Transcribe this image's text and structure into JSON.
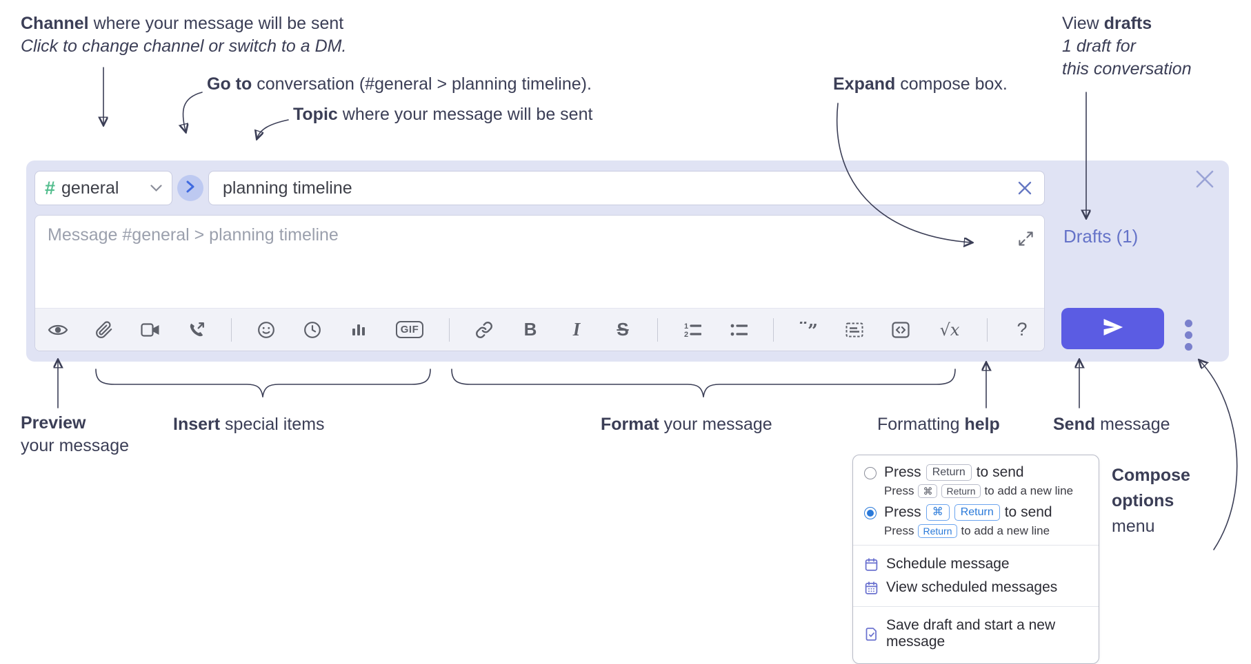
{
  "annotations": {
    "channel": {
      "bold": "Channel",
      "rest": " where your message will be sent",
      "sub_italic": "Click to change channel or switch to a DM."
    },
    "go_to": {
      "bold": "Go to",
      "rest": " conversation (#general > planning timeline)."
    },
    "topic": {
      "bold": "Topic",
      "rest": " where your message will be sent"
    },
    "expand": {
      "bold": "Expand",
      "rest": " compose box."
    },
    "view_drafts": {
      "pre": "View ",
      "bold": "drafts",
      "line2": "1 draft for",
      "line3": "this conversation"
    },
    "preview": {
      "bold": "Preview",
      "line2": "your message"
    },
    "insert": {
      "bold": "Insert",
      "rest": " special items"
    },
    "format": {
      "bold": "Format",
      "rest": " your message"
    },
    "formatting_help": {
      "pre": "Formatting ",
      "bold": "help"
    },
    "send": {
      "bold": "Send",
      "rest": " message"
    },
    "compose_options": {
      "line1": "Compose",
      "line2": "options",
      "line3": "menu"
    }
  },
  "compose": {
    "channel_selector": {
      "channel_name": "general"
    },
    "topic_input": {
      "value": "planning timeline"
    },
    "message_input": {
      "placeholder": "Message #general > planning timeline"
    },
    "drafts_link": "Drafts (1)",
    "toolbar_labels": {
      "gif": "GIF",
      "bold": "B",
      "italic": "I",
      "strike": "S",
      "math": "√x",
      "help": "?"
    },
    "toolbar_icons": [
      "preview-icon",
      "attach-file-icon",
      "video-call-icon",
      "voice-call-icon",
      "emoji-icon",
      "global-time-icon",
      "poll-icon",
      "gif-icon",
      "link-icon",
      "bold-icon",
      "italic-icon",
      "strikethrough-icon",
      "numbered-list-icon",
      "bulleted-list-icon",
      "quote-icon",
      "spoiler-icon",
      "code-icon",
      "math-icon",
      "formatting-help-icon"
    ]
  },
  "options_menu": {
    "radio_options": [
      {
        "selected": false,
        "main": {
          "pre": "Press",
          "key1": "Return",
          "post": "to send"
        },
        "sub": {
          "pre": "Press",
          "key1": "⌘",
          "key2": "Return",
          "post": "to add a new line"
        }
      },
      {
        "selected": true,
        "main": {
          "pre": "Press",
          "key1": "⌘",
          "key2": "Return",
          "post": "to send"
        },
        "sub": {
          "pre": "Press",
          "key1": "Return",
          "post": "to add a new line"
        }
      }
    ],
    "items": [
      {
        "icon": "calendar-icon",
        "label": "Schedule message"
      },
      {
        "icon": "calendar-days-icon",
        "label": "View scheduled messages"
      },
      {
        "icon": "save-draft-icon",
        "label": "Save draft and start a new message"
      }
    ]
  },
  "colors": {
    "compose_bg": "#e0e3f4",
    "send_button": "#5b5ce3",
    "drafts_link": "#6573c8",
    "channel_hash_green": "#52bd8d",
    "kbd_blue": "#2979d9",
    "annotation_text": "#3b3e56",
    "toolbar_icon": "#5d6069",
    "menu_icon_purple": "#6a71cf"
  }
}
